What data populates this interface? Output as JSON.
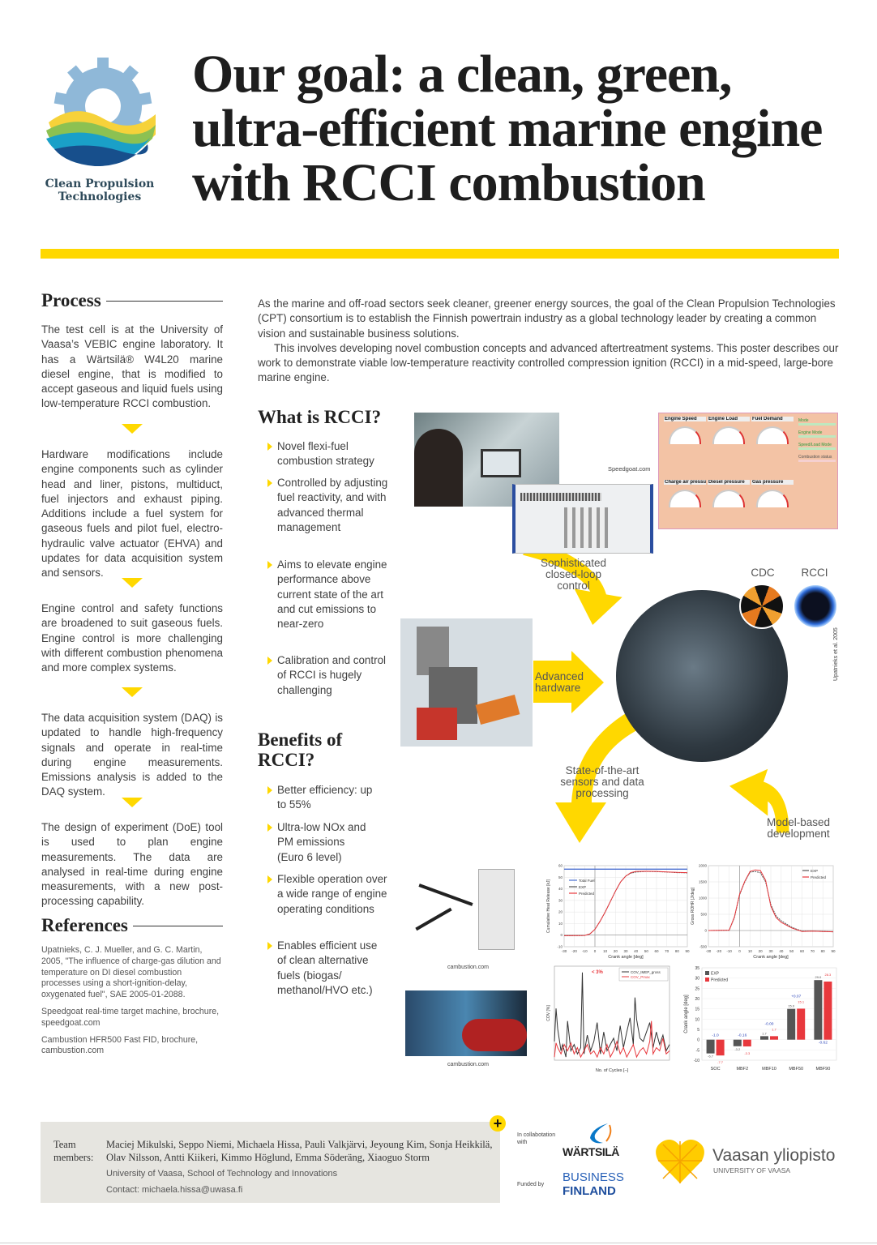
{
  "logo": {
    "line1": "Clean Propulsion",
    "line2": "Technologies"
  },
  "title": {
    "lines": [
      "Our goal: a clean, green,",
      "ultra-efficient marine engine",
      "with RCCI combustion"
    ]
  },
  "colors": {
    "accent": "#ffd800",
    "footer_bg": "#e6e5e0",
    "exp": "#555555",
    "predicted": "#e8383d",
    "total_fuel": "#4a6fd0"
  },
  "process": {
    "heading": "Process",
    "paragraphs": [
      "The test cell is at the University of Vaasa’s VEBIC engine laboratory. It has a Wärtsilä® W4L20 marine diesel engine, that is modified to accept gaseous and liquid fuels using low-temperature RCCI combustion.",
      "Hardware modifications include engine components such as cylinder head and liner, pistons, multiduct, fuel injectors and exhaust piping. Additions include a fuel system for gaseous fuels and pilot fuel, electro-hydraulic valve actuator (EHVA) and updates for data acquisition system and sensors.",
      "Engine control and safety functions are broadened to suit gaseous fuels. Engine control is more challenging with different combustion phenomena and more complex systems.",
      "The data acquisition system (DAQ) is updated to handle high-frequency signals and operate in real-time during engine measurements. Emissions analysis is added to the DAQ system.",
      "The design of experiment (DoE) tool is used to plan engine measurements. The data are analysed in real-time during engine measurements, with a new post-processing capability."
    ]
  },
  "references": {
    "heading": "References",
    "items": [
      "Upatnieks, C. J. Mueller, and G. C. Martin, 2005, \"The influence of charge-gas dilution and temperature on DI diesel combustion processes using a short-ignition-delay, oxygenated fuel\", SAE 2005-01-2088.",
      "Speedgoat real-time target machine, brochure, speedgoat.com",
      "Cambustion HFR500 Fast FID, brochure, cambustion.com"
    ]
  },
  "intro": {
    "p1": "As the marine and off-road sectors seek cleaner, greener energy sources, the goal of the Clean Propulsion Technologies (CPT) consortium is to establish the Finnish powertrain industry as a global technology leader by creating a common vision and sustainable business solutions.",
    "p2": "This involves developing novel combustion concepts and advanced aftertreatment systems. This poster describes our work to demonstrate viable low-temperature reactivity controlled compression ignition (RCCI) in a mid-speed, large-bore marine engine."
  },
  "what_is": {
    "heading": "What is RCCI?",
    "bullets": [
      "Novel flexi-fuel combustion strategy",
      "Controlled by adjusting fuel reactivity, and with advanced thermal management",
      "Aims to elevate engine performance above current state of the art and cut emissions to near-zero",
      "Calibration and control of RCCI is hugely challenging"
    ]
  },
  "benefits": {
    "heading": "Benefits of RCCI?",
    "bullets": [
      "Better efficiency: up to 55%",
      "Ultra-low NOx and PM emissions (Euro 6 level)",
      "Flexible operation over a wide range of engine operating conditions",
      "Enables efficient use of clean alternative fuels (biogas/ methanol/HVO etc.)"
    ]
  },
  "diagram": {
    "speedgoat_credit": "Speedgoat.com",
    "control_label": "Sophisticated closed-loop control",
    "hardware_label": "Advanced hardware",
    "sensors_label": "State-of-the-art sensors and data processing",
    "model_label": "Model-based development",
    "cdc": "CDC",
    "rcci": "RCCI",
    "upatnieks_credit": "Upatnieks et al. 2005",
    "cambustion_credit_1": "cambustion.com",
    "cambustion_credit_2": "cambustion.com",
    "dashboard": {
      "gauges": [
        "Engine Speed",
        "Engine Load",
        "Fuel Demand",
        "Charge air pressure",
        "Diesel pressure",
        "Gas pressure"
      ],
      "side": [
        "Mode",
        "Engine Mode",
        "Speed/Load Mode",
        "Combustion status"
      ]
    }
  },
  "chart_data": [
    {
      "type": "line",
      "title": "",
      "xlabel": "Crank angle [deg]",
      "ylabel": "Cumulative Heat Release [kJ]",
      "xlim": [
        -30,
        90
      ],
      "ylim": [
        -10,
        60
      ],
      "xticks": [
        -30,
        -20,
        -10,
        0,
        10,
        20,
        30,
        40,
        50,
        60,
        70,
        80,
        90
      ],
      "yticks": [
        -10,
        0,
        10,
        20,
        30,
        40,
        50,
        60
      ],
      "series": [
        {
          "name": "Total Fuel",
          "x": [
            -30,
            90
          ],
          "y": [
            57,
            57
          ]
        },
        {
          "name": "EXP",
          "x": [
            -30,
            -10,
            -5,
            0,
            5,
            10,
            15,
            20,
            25,
            30,
            35,
            40,
            50,
            60,
            70,
            80,
            90
          ],
          "y": [
            -0.5,
            -0.3,
            1,
            5,
            12,
            20,
            29,
            38,
            46,
            51,
            53.5,
            54.5,
            55,
            54.8,
            54.5,
            54,
            53.8
          ]
        },
        {
          "name": "Predicted",
          "x": [
            -30,
            -10,
            -5,
            0,
            5,
            10,
            15,
            20,
            25,
            30,
            35,
            40,
            50,
            60,
            70,
            80,
            90
          ],
          "y": [
            -0.5,
            -0.3,
            1,
            5,
            12,
            20,
            29,
            38,
            46,
            51,
            54,
            55,
            55.2,
            55,
            54.6,
            54.2,
            54
          ]
        }
      ],
      "legend": "top-left"
    },
    {
      "type": "line",
      "xlabel": "Crank angle [deg]",
      "ylabel": "Gross ROHR [J/deg]",
      "xlim": [
        -30,
        90
      ],
      "ylim": [
        -500,
        2000
      ],
      "xticks": [
        -30,
        -20,
        -10,
        0,
        10,
        20,
        30,
        40,
        50,
        60,
        70,
        80,
        90
      ],
      "yticks": [
        -500,
        0,
        500,
        1000,
        1500,
        2000
      ],
      "series": [
        {
          "name": "EXP",
          "x": [
            -30,
            -10,
            -5,
            0,
            5,
            10,
            15,
            20,
            25,
            30,
            35,
            40,
            50,
            60,
            70,
            80,
            90
          ],
          "y": [
            0,
            10,
            400,
            1100,
            1500,
            1800,
            1820,
            1780,
            1500,
            800,
            450,
            300,
            100,
            -20,
            -20,
            -30,
            -40
          ]
        },
        {
          "name": "Predicted",
          "x": [
            -30,
            -10,
            -5,
            0,
            5,
            10,
            15,
            20,
            25,
            30,
            35,
            40,
            50,
            60,
            70,
            80,
            90
          ],
          "y": [
            0,
            10,
            420,
            1120,
            1520,
            1820,
            1870,
            1850,
            1550,
            750,
            400,
            250,
            80,
            -30,
            -20,
            -30,
            -40
          ]
        }
      ],
      "legend": "top-right"
    },
    {
      "type": "line",
      "xlabel": "No. of Cycles [–]",
      "ylabel": "COV [%]",
      "annotation": "< 3%",
      "xlim": [
        0,
        70
      ],
      "ylim": [
        0,
        3.0
      ],
      "series": [
        {
          "name": "COV_IMEP_gross",
          "x": [
            0,
            1,
            2,
            4,
            5,
            7,
            8,
            10,
            12,
            14,
            16,
            17,
            18,
            20,
            22,
            24,
            26,
            28,
            30,
            32,
            34,
            36,
            38,
            40,
            42,
            44,
            46,
            48,
            49,
            50,
            52,
            54,
            56,
            58,
            60,
            62,
            64,
            66,
            68,
            70
          ],
          "y": [
            0.6,
            1.65,
            1.0,
            0.3,
            0.5,
            0.1,
            1.25,
            0.3,
            0.5,
            0.2,
            0.4,
            2.8,
            0.2,
            0.8,
            0.3,
            0.6,
            1.2,
            0.2,
            0.9,
            0.3,
            0.5,
            0.7,
            0.3,
            1.1,
            0.4,
            0.9,
            1.35,
            0.5,
            2.0,
            1.3,
            0.7,
            0.6,
            0.9,
            1.2,
            0.4,
            0.9,
            0.5,
            0.8,
            0.3,
            0.5
          ]
        },
        {
          "name": "COV_Pmax",
          "x": [
            0,
            1,
            2,
            4,
            6,
            8,
            10,
            12,
            14,
            16,
            18,
            20,
            22,
            24,
            26,
            28,
            30,
            32,
            34,
            36,
            38,
            40,
            42,
            44,
            46,
            48,
            50,
            52,
            54,
            56,
            58,
            59,
            60,
            62,
            64,
            66,
            68,
            70
          ],
          "y": [
            0.1,
            0.55,
            0.4,
            0.2,
            0.5,
            0.3,
            0.55,
            0.2,
            0.4,
            0.1,
            0.3,
            0.5,
            0.2,
            0.3,
            0.1,
            0.4,
            0.2,
            0.5,
            0.1,
            0.3,
            0.6,
            0.2,
            0.4,
            0.1,
            0.3,
            0.5,
            0.1,
            0.3,
            0.4,
            0.2,
            0.6,
            1.25,
            0.2,
            0.4,
            0.3,
            0.7,
            0.2,
            0.3
          ]
        }
      ],
      "legend": "top-right"
    },
    {
      "type": "bar",
      "ylabel": "Crank angle [deg]",
      "ylim": [
        -10,
        35
      ],
      "yticks": [
        -10,
        -5,
        0,
        5,
        10,
        15,
        20,
        25,
        30,
        35
      ],
      "categories": [
        "SOC",
        "MBF2",
        "MBF10",
        "MBF50",
        "MBF90"
      ],
      "series": [
        {
          "name": "EXP",
          "values": [
            -6.7,
            -3.2,
            1.7,
            15.0,
            29.0
          ]
        },
        {
          "name": "Predicted",
          "values": [
            -7.7,
            -3.3,
            1.7,
            15.1,
            28.3
          ]
        }
      ],
      "value_labels": {
        "EXP": [
          "-6.7",
          "-3.2",
          "1.7",
          "15.0",
          "29.0"
        ],
        "Predicted": [
          "-7.7",
          "-3.3",
          "1.7",
          "15.1",
          "28.3"
        ]
      },
      "differences": [
        "-1.0",
        "-0.16",
        "-0.00",
        "+0.07",
        "-0.62"
      ],
      "legend": "top-left"
    }
  ],
  "footer": {
    "team_label": "Team members:",
    "team": "Maciej Mikulski, Seppo Niemi, Michaela Hissa, Pauli Valkjärvi, Jeyoung Kim, Sonja Heikkilä, Olav Nilsson, Antti Kiikeri, Kimmo Höglund, Emma Söderäng, Xiaoguo Storm",
    "affiliation": "University of Vaasa, School of Technology and Innovations",
    "contact": "Contact: michaela.hissa@uwasa.fi",
    "collab_label": "In collabotation with",
    "wartsila": "WÄRTSILÄ",
    "funded_label": "Funded by",
    "bf1": "BUSINESS",
    "bf2": "FINLAND",
    "uni_name": "Vaasan yliopisto",
    "uni_sub": "UNIVERSITY OF VAASA"
  }
}
